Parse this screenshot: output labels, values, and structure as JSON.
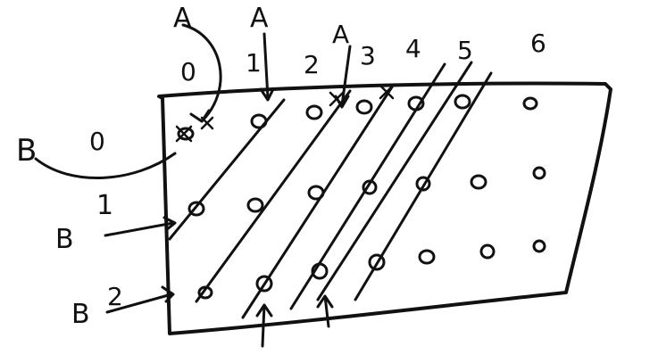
{
  "column_labels": [
    "0",
    "1",
    "2",
    "3",
    "4",
    "5",
    "6"
  ],
  "row_labels": [
    "0",
    "1",
    "2"
  ],
  "a_labels": [
    "A",
    "A",
    "A"
  ],
  "b_labels": [
    "B",
    "B",
    "B"
  ],
  "cell_symbol": "o",
  "ink_color": "#111111"
}
